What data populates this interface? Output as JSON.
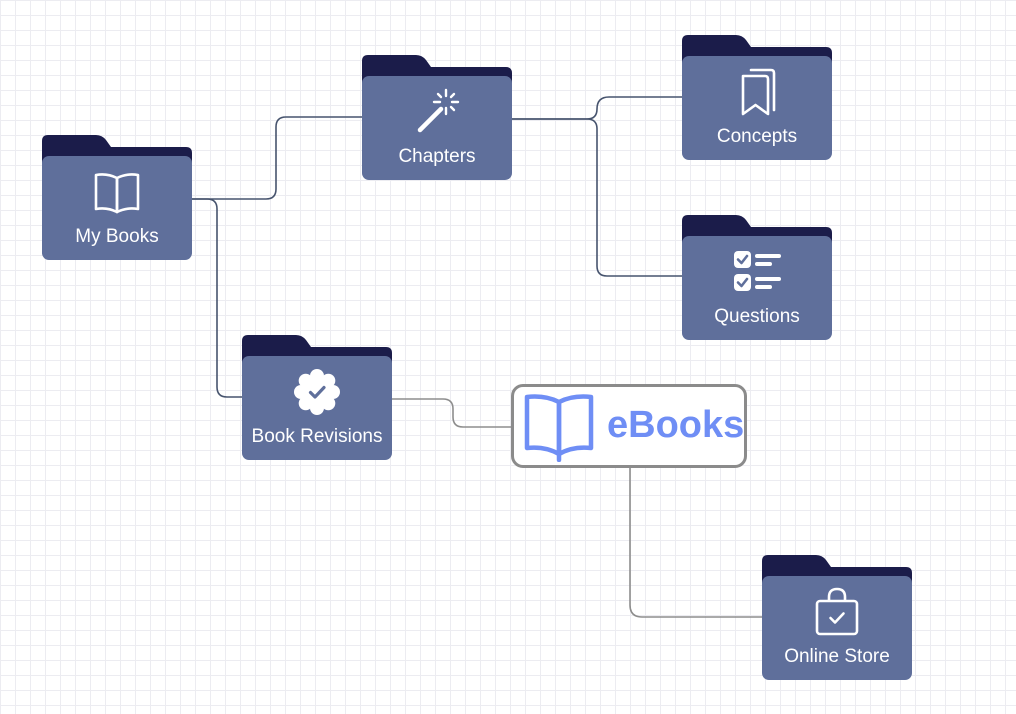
{
  "colors": {
    "folder_body": "#5f6f9b",
    "folder_tab": "#1b1c4a",
    "connector_blue": "#47546e",
    "connector_gray": "#8d8d8d",
    "logo_blue": "#6f8ef5",
    "logo_border": "#8b8b8b",
    "grid": "#ececf1"
  },
  "nodes": {
    "my_books": {
      "label": "My Books",
      "icon": "open-book-icon"
    },
    "chapters": {
      "label": "Chapters",
      "icon": "magic-wand-icon"
    },
    "concepts": {
      "label": "Concepts",
      "icon": "bookmarks-icon"
    },
    "questions": {
      "label": "Questions",
      "icon": "checklist-icon"
    },
    "book_revisions": {
      "label": "Book Revisions",
      "icon": "verified-badge-icon"
    },
    "online_store": {
      "label": "Online Store",
      "icon": "shopping-bag-check-icon"
    }
  },
  "logo": {
    "text": "eBooks",
    "icon": "open-book-icon"
  }
}
